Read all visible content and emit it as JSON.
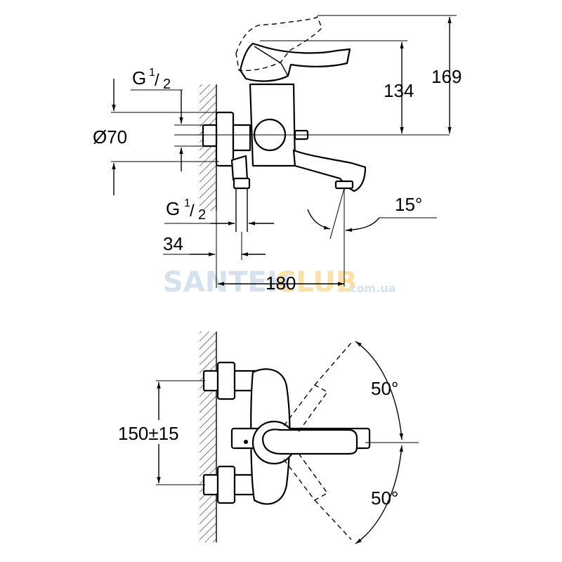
{
  "side_view": {
    "thread_top": {
      "prefix": "G",
      "num": "1",
      "den": "2"
    },
    "diameter": "Ø70",
    "thread_bottom": {
      "prefix": "G",
      "num": "1",
      "den": "2"
    },
    "dim_34": "34",
    "dim_180": "180",
    "dim_134": "134",
    "dim_169": "169",
    "angle": "15°"
  },
  "top_view": {
    "centers": "150±15",
    "angle_upper": "50°",
    "angle_lower": "50°"
  },
  "watermark": {
    "text_left": "SANTEH",
    "text_right": "CLUB",
    "domain": ".com.ua",
    "color_left": "#d6e1ee",
    "color_right": "#fbe1a8"
  }
}
